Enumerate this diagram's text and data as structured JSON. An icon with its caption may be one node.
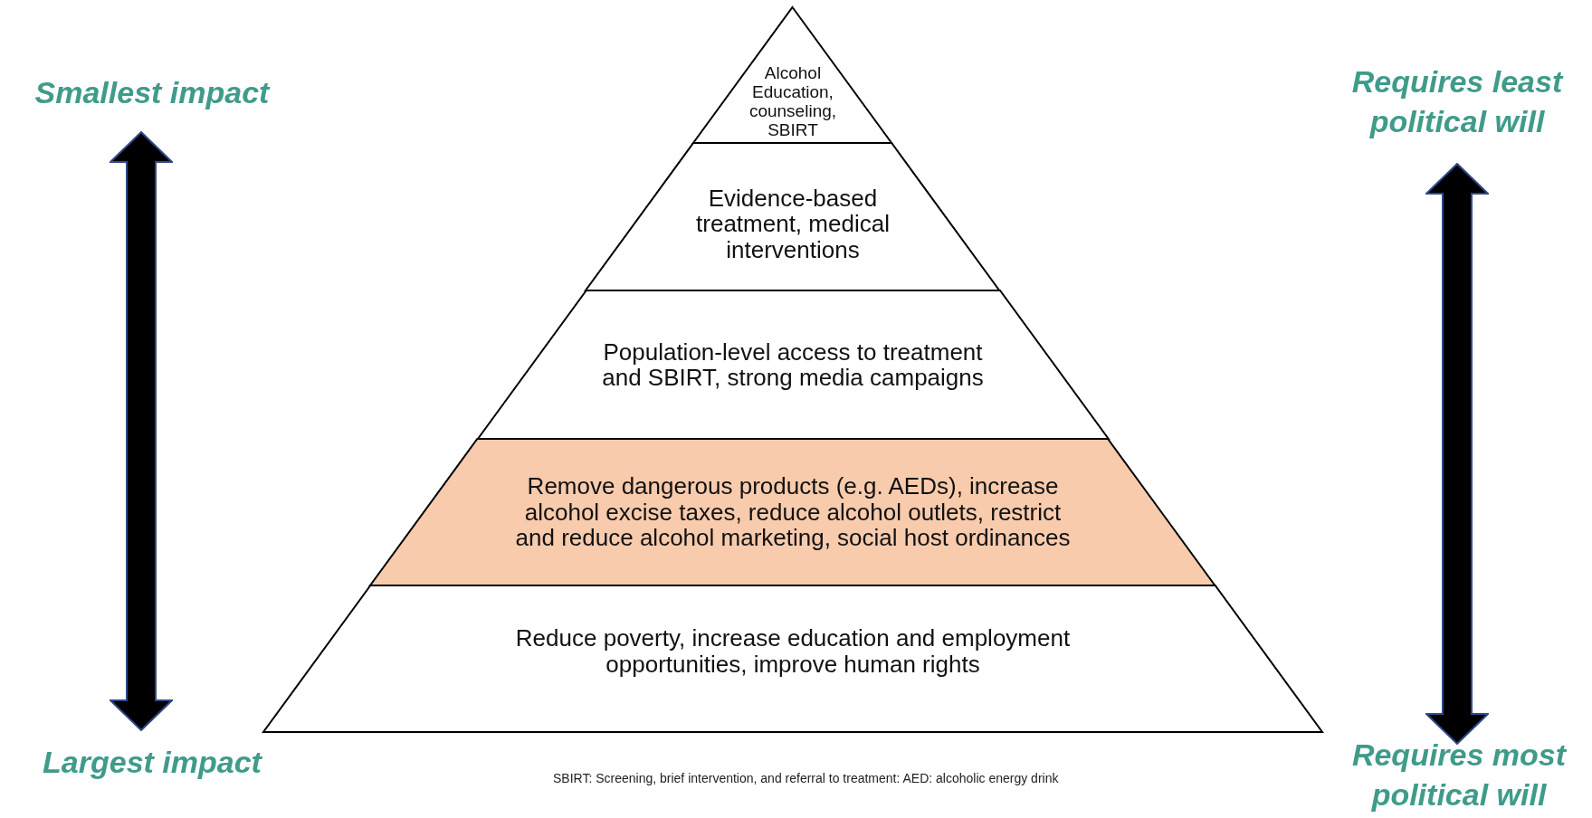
{
  "diagram": {
    "nodes": [
      {
        "text": [
          "Alcohol Education, counseling, SBIRT"
        ]
      },
      {
        "text": [
          "Evidence-based treatment, medical interventions"
        ]
      },
      {
        "text": [
          "Population-level access to treatment and SBIRT, strong media campaigns"
        ]
      },
      {
        "text": [
          "Remove dangerous products (e.g. AEDs), increase alcohol excise taxes, reduce alcohol outlets, restrict and reduce alcohol marketing, social host ordinances"
        ]
      },
      {
        "text": [
          "Reduce poverty, increase education and employment opportunities, improve human rights"
        ]
      }
    ],
    "edges": [],
    "labels": [
      "Smallest impact",
      "Requires least political will",
      "Largest impact",
      "Requires most political will",
      "SBIRT: Screening, brief intervention, and referral to treatment: AED: alcoholic energy drink"
    ]
  }
}
